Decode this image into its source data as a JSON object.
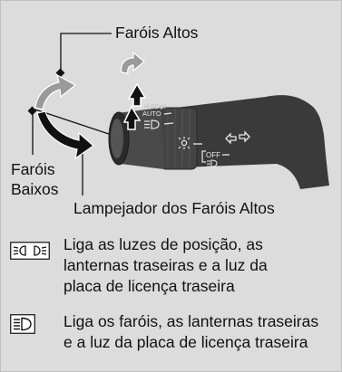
{
  "diagram": {
    "labels": {
      "high_beam": "Faróis Altos",
      "low_beam_line1": "Faróis",
      "low_beam_line2": "Baixos",
      "flash": "Lampejador dos Faróis Altos"
    },
    "switch_markings": {
      "auto": "AUTO",
      "off": "OFF"
    }
  },
  "legend": [
    {
      "icon": "parking-lights-icon",
      "lines": [
        "Liga as luzes de posição, as",
        "lanternas traseiras e a luz da",
        "placa de licença traseira"
      ]
    },
    {
      "icon": "headlights-icon",
      "lines": [
        "Liga os faróis, as lanternas traseiras",
        "e a luz da placa de licença traseira"
      ]
    }
  ],
  "colors": {
    "background": "#dcdcdc",
    "lever": "#333333",
    "arrow": "#111111",
    "arrow_light": "#ffffff"
  }
}
